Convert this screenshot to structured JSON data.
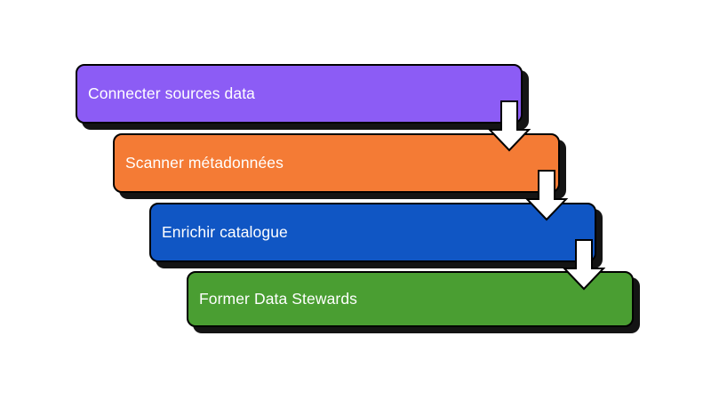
{
  "diagram": {
    "type": "vertical-staircase-flow",
    "background_color": "#FFFFFF",
    "stages": [
      {
        "id": "connecter-sources-data",
        "label": "Connecter sources data",
        "fill_color": "#8C5CF5",
        "text_color": "#FFFFFF",
        "order": 1
      },
      {
        "id": "scanner-metadonnees",
        "label": "Scanner métadonnées",
        "fill_color": "#F47B35",
        "text_color": "#FFFFFF",
        "order": 2
      },
      {
        "id": "enrichir-catalogue",
        "label": "Enrichir catalogue",
        "fill_color": "#1056C4",
        "text_color": "#FFFFFF",
        "order": 3
      },
      {
        "id": "former-data-stewards",
        "label": "Former Data Stewards",
        "fill_color": "#4A9E32",
        "text_color": "#FFFFFF",
        "order": 4
      }
    ],
    "connectors": [
      {
        "id": "arrow-1",
        "from": "connecter-sources-data",
        "to": "scanner-metadonnees",
        "direction": "down",
        "fill_color": "#FFFFFF",
        "stroke_color": "#000000"
      },
      {
        "id": "arrow-2",
        "from": "scanner-metadonnees",
        "to": "enrichir-catalogue",
        "direction": "down",
        "fill_color": "#FFFFFF",
        "stroke_color": "#000000"
      },
      {
        "id": "arrow-3",
        "from": "enrichir-catalogue",
        "to": "former-data-stewards",
        "direction": "down",
        "fill_color": "#FFFFFF",
        "stroke_color": "#000000"
      }
    ]
  }
}
